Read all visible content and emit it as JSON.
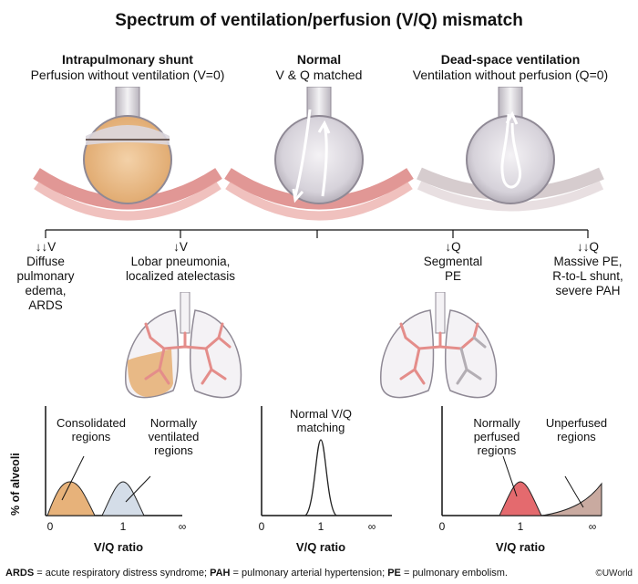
{
  "title": "Spectrum of ventilation/perfusion (V/Q) mismatch",
  "columns": [
    {
      "heading": "Intrapulmonary shunt",
      "subheading": "Perfusion without ventilation (V=0)"
    },
    {
      "heading": "Normal",
      "subheading": "V & Q matched"
    },
    {
      "heading": "Dead-space ventilation",
      "subheading": "Ventilation without perfusion (Q=0)"
    }
  ],
  "spectrum": [
    {
      "arrow": "↓↓V",
      "text": [
        "Diffuse",
        "pulmonary",
        "edema,",
        "ARDS"
      ]
    },
    {
      "arrow": "↓V",
      "text": [
        "Lobar pneumonia,",
        "localized atelectasis"
      ]
    },
    {
      "arrow": "↓Q",
      "text": [
        "Segmental",
        "PE"
      ]
    },
    {
      "arrow": "↓↓Q",
      "text": [
        "Massive PE,",
        "R-to-L shunt,",
        "severe PAH"
      ]
    }
  ],
  "graphs": {
    "y_axis_label": "% of alveoli",
    "x_axis_label": "V/Q ratio",
    "ticks": [
      "0",
      "1",
      "∞"
    ],
    "left": {
      "callouts": [
        "Consolidated regions",
        "Normally ventilated regions"
      ]
    },
    "middle": {
      "callouts": [
        "Normal V/Q matching"
      ]
    },
    "right": {
      "callouts": [
        "Normally perfused regions",
        "Unperfused regions"
      ]
    }
  },
  "colors": {
    "consolidated": "#e7b27a",
    "normal_curve": "#d4dde8",
    "perfused": "#e46a6e",
    "unperfused": "#c9aaa0",
    "vessel": "#e48d8a"
  },
  "footer": {
    "abbr": [
      {
        "term": "ARDS",
        "def": " = acute respiratory distress syndrome; "
      },
      {
        "term": "PAH",
        "def": " = pulmonary arterial hypertension; "
      },
      {
        "term": "PE",
        "def": " = pulmonary embolism."
      }
    ],
    "copyright": "©UWorld"
  }
}
